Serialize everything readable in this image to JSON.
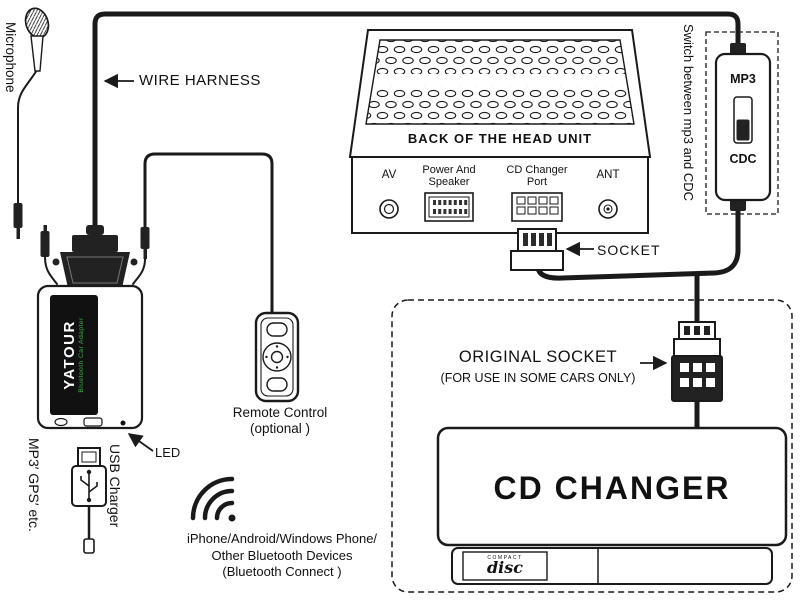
{
  "mic": {
    "label": "Microphone"
  },
  "harness": {
    "label": "WIRE HARNESS"
  },
  "head_unit": {
    "title": "BACK OF THE HEAD UNIT",
    "av": "AV",
    "power_speaker_line1": "Power And",
    "power_speaker_line2": "Speaker",
    "cd_port_line1": "CD Changer",
    "cd_port_line2": "Port",
    "ant": "ANT"
  },
  "switch": {
    "note": "Switch between mp3 and CDC",
    "mp3": "MP3",
    "cdc": "CDC"
  },
  "socket": {
    "label": "SOCKET"
  },
  "original_socket": {
    "label": "ORIGINAL SOCKET",
    "note": "(FOR USE IN SOME CARS ONLY)"
  },
  "cd_changer": {
    "label": "CD CHANGER",
    "disc_logo_top": "COMPACT",
    "disc_logo": "disc"
  },
  "adapter": {
    "brand": "YATOUR",
    "sub": "Bluetooth Car Adapter",
    "led": "LED"
  },
  "remote": {
    "label": "Remote Control",
    "note": "(optional )"
  },
  "usb": {
    "label": "USB Charger"
  },
  "sources": {
    "label": "MP3′ GPS′ etc."
  },
  "bluetooth": {
    "line1": "iPhone/Android/Windows Phone/",
    "line2": "Other Bluetooth Devices",
    "line3": "(Bluetooth Connect )"
  },
  "colors": {
    "ink": "#1a1a1a",
    "green": "#3fae49",
    "background": "#ffffff"
  }
}
